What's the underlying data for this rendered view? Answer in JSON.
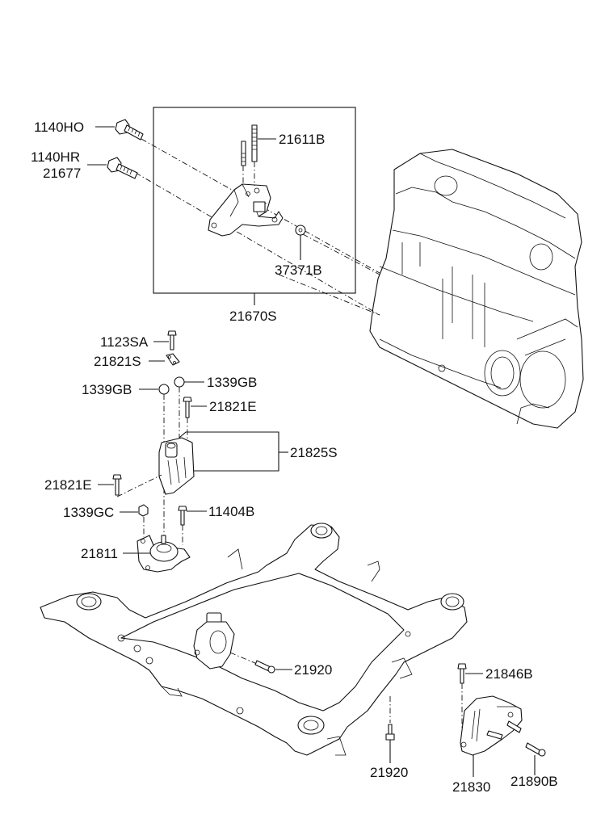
{
  "diagram": {
    "type": "exploded parts diagram",
    "colors": {
      "line": "#111111",
      "background": "#ffffff"
    },
    "labels": {
      "bolt_upper": "1140HO",
      "bolt_lower_a": "1140HR",
      "bolt_lower_b": "21677",
      "stud": "21611B",
      "washer": "37371B",
      "bracket_assy": "21670S",
      "bolt_small": "1123SA",
      "clip": "21821S",
      "nut_left": "1339GB",
      "nut_right": "1339GB",
      "bolt_21821e_upper": "21821E",
      "bracket_21825s": "21825S",
      "bolt_21821e_lower": "21821E",
      "nut_1339gc": "1339GC",
      "bolt_11404b": "11404B",
      "mount_21811": "21811",
      "bolt_21920_mid": "21920",
      "bolt_21920_bottom": "21920",
      "bolt_21846b": "21846B",
      "mount_21830": "21830",
      "bolt_21890b": "21890B"
    }
  }
}
